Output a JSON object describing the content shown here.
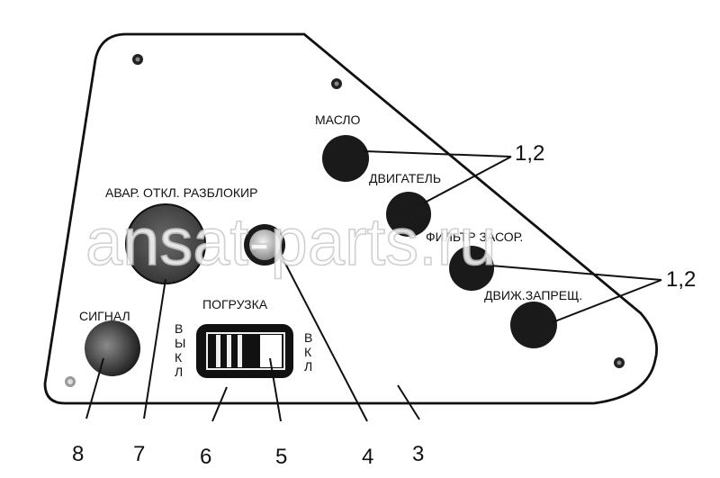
{
  "labels": {
    "oil": "МАСЛО",
    "engine": "ДВИГАТЕЛЬ",
    "filter": "ФИЛЬТР ЗАСОР.",
    "move_forbidden": "ДВИЖ.ЗАПРЕЩ.",
    "emergency": "АВАР. ОТКЛ. РАЗБЛОКИР",
    "signal": "СИГНАЛ",
    "loading": "ПОГРУЗКА",
    "off_vertical": [
      "В",
      "Ы",
      "К",
      "Л"
    ],
    "on_vertical": [
      "В",
      "К",
      "Л"
    ]
  },
  "callouts": {
    "top_group": "1,2",
    "bottom_group": "1,2",
    "n8": "8",
    "n7": "7",
    "n6": "6",
    "n5": "5",
    "n4": "4",
    "n3": "3"
  },
  "watermark": "ansat-parts.ru",
  "colors": {
    "panel_stroke": "#111111",
    "lamp_fill": "#1a1a1a",
    "button_gray": "#555555",
    "watermark_stroke": "#c8c8c8"
  }
}
